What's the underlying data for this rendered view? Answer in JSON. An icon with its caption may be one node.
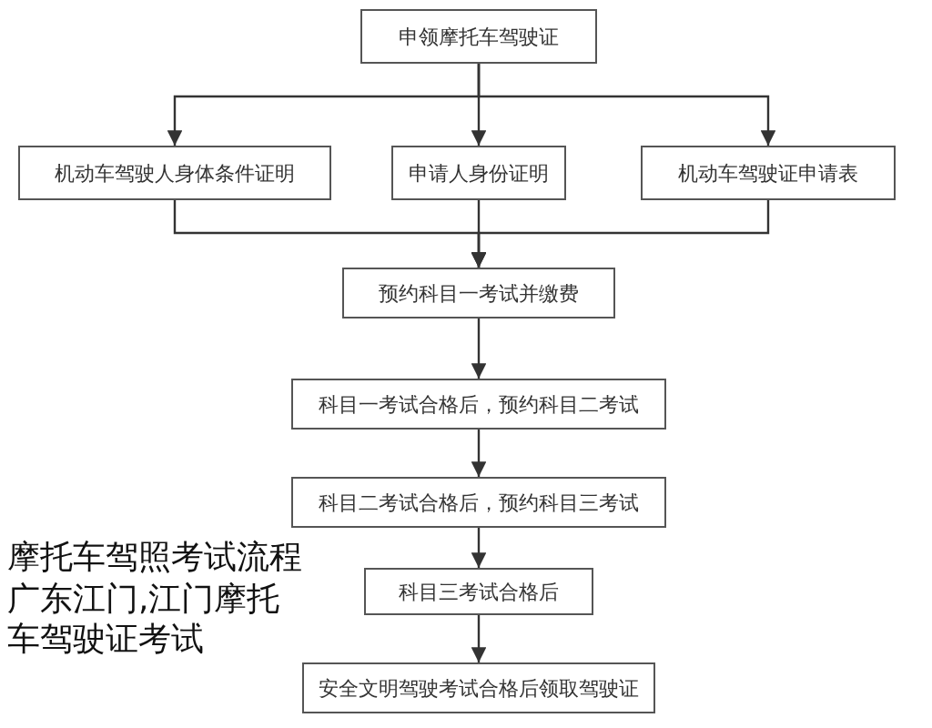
{
  "diagram": {
    "caption": "摩托车驾照考试流程广东江门,江门摩托车驾驶证考试",
    "nodes": [
      {
        "text": [
          "申领摩托车驾驶证"
        ]
      },
      {
        "text": [
          "机动车驾驶人身体条件证明"
        ]
      },
      {
        "text": [
          "申请人身份证明"
        ]
      },
      {
        "text": [
          "机动车驾驶证申请表"
        ]
      },
      {
        "text": [
          "预约科目一考试并缴费"
        ]
      },
      {
        "text": [
          "科目一考试合格后，预约科目二考试"
        ]
      },
      {
        "text": [
          "科目二考试合格后，预约科目三考试"
        ]
      },
      {
        "text": [
          "科目三考试合格后"
        ]
      },
      {
        "text": [
          "安全文明驾驶考试合格后领取驾驶证"
        ]
      }
    ],
    "edges": [
      {
        "from": 0,
        "to": 1,
        "arrow": "to"
      },
      {
        "from": 0,
        "to": 2,
        "arrow": "to"
      },
      {
        "from": 0,
        "to": 3,
        "arrow": "to"
      },
      {
        "from": 1,
        "to": 4,
        "arrow": "to"
      },
      {
        "from": 2,
        "to": 4,
        "arrow": "to"
      },
      {
        "from": 3,
        "to": 4,
        "arrow": "to"
      },
      {
        "from": 4,
        "to": 5,
        "arrow": "to"
      },
      {
        "from": 5,
        "to": 6,
        "arrow": "to"
      },
      {
        "from": 6,
        "to": 7,
        "arrow": "to"
      },
      {
        "from": 7,
        "to": 8,
        "arrow": "to"
      }
    ]
  }
}
